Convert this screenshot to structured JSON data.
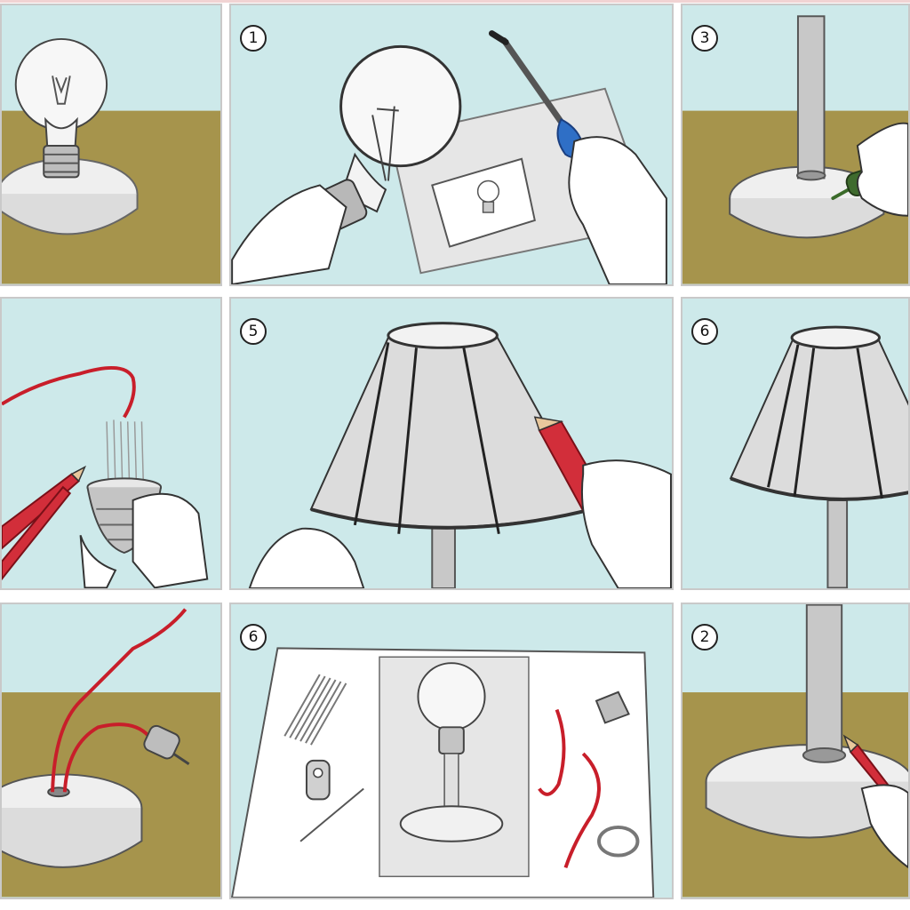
{
  "colors": {
    "sky": "#cde9ea",
    "table": "#a6944c",
    "wood": "#efefef",
    "wire": "#c81e2a",
    "pencil": "#d22e3a",
    "scissors": "#2f6fc6"
  },
  "panels": [
    {
      "badge": ""
    },
    {
      "badge": "1"
    },
    {
      "badge": "3"
    },
    {
      "badge": ""
    },
    {
      "badge": "5"
    },
    {
      "badge": "6"
    },
    {
      "badge": ""
    },
    {
      "badge": "6"
    },
    {
      "badge": "2"
    }
  ]
}
